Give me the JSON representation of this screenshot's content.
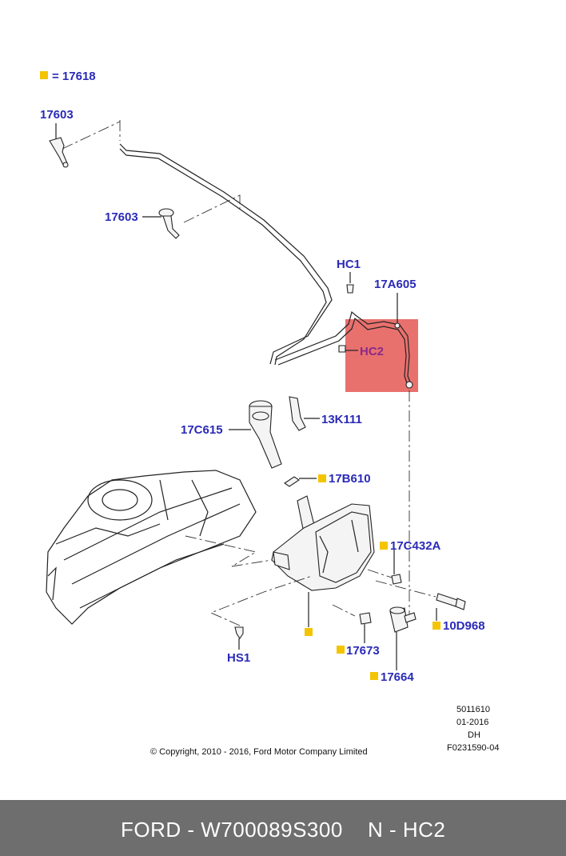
{
  "legend": {
    "text": "= 17618",
    "marker_color": "#f5c400"
  },
  "callouts": {
    "c17603a": "17603",
    "c17603b": "17603",
    "hc1": "HC1",
    "c17a605": "17A605",
    "hc2": "HC2",
    "c17c615": "17C615",
    "c13k111": "13K111",
    "c17b610": "17B610",
    "c17c432a": "17C432A",
    "c10d968": "10D968",
    "hs1": "HS1",
    "c17673": "17673",
    "c17664": "17664"
  },
  "highlight": {
    "color": "#e0413e",
    "opacity": 0.75
  },
  "label_color": "#2a2ab8",
  "meta": {
    "line1": "5011610",
    "line2": "01-2016",
    "line3": "DH",
    "line4": "F0231590-04"
  },
  "copyright": "© Copyright, 2010 - 2016, Ford Motor Company Limited",
  "footer": {
    "brand_part": "FORD - W700089S300",
    "ref": "N - HC2"
  }
}
